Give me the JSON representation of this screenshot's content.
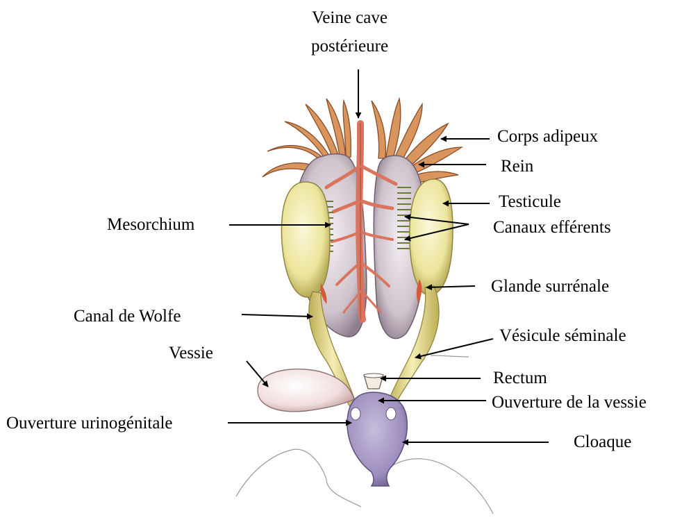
{
  "diagram": {
    "labels": {
      "veine_cave_line1": "Veine cave",
      "veine_cave_line2": "postérieure",
      "corps_adipeux": "Corps adipeux",
      "rein": "Rein",
      "testicule": "Testicule",
      "mesorchium": "Mesorchium",
      "canaux_efferents": "Canaux efférents",
      "glande_surrenale": "Glande surrénale",
      "canal_de_wolfe": "Canal de Wolfe",
      "vesicule_seminale": "Vésicule séminale",
      "vessie": "Vessie",
      "rectum": "Rectum",
      "ouverture_de_la_vessie": "Ouverture de la vessie",
      "ouverture_urinogenitale": "Ouverture urinogénitale",
      "cloaque": "Cloaque"
    },
    "colors": {
      "kidney": "#c9bcc6",
      "testis": "#efe9a6",
      "vein": "#d9745f",
      "fat_body": "#d8955e",
      "seminal_vesicle": "#e6d98a",
      "bladder": "#f1d8d6",
      "cloaca": "#9f8fbf",
      "text": "#000000"
    }
  }
}
